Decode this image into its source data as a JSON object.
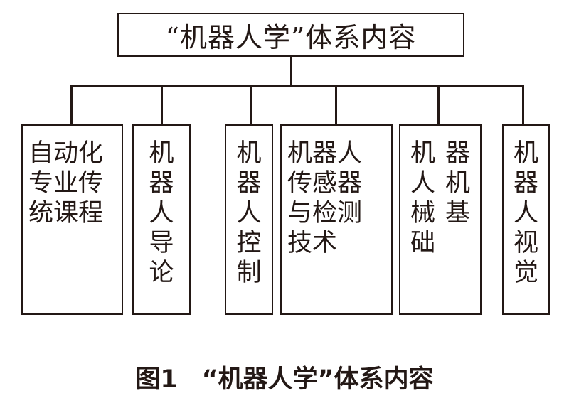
{
  "diagram": {
    "root": "“机器人学”体系内容",
    "children": [
      {
        "lines": [
          "自动化",
          "专业传",
          "统课程"
        ]
      },
      {
        "chars": [
          "机",
          "器",
          "人",
          "导",
          "论"
        ]
      },
      {
        "chars": [
          "机",
          "器",
          "人",
          "控",
          "制"
        ]
      },
      {
        "lines": [
          "机器人",
          "传感器",
          "与检测",
          "技术"
        ]
      },
      {
        "columns": [
          [
            "机",
            "人",
            "械",
            "础"
          ],
          [
            "器",
            "机",
            "基"
          ]
        ]
      },
      {
        "chars": [
          "机",
          "器",
          "人",
          "视",
          "觉"
        ]
      }
    ]
  },
  "caption": {
    "number": "图1",
    "title": "“机器人学”体系内容"
  }
}
